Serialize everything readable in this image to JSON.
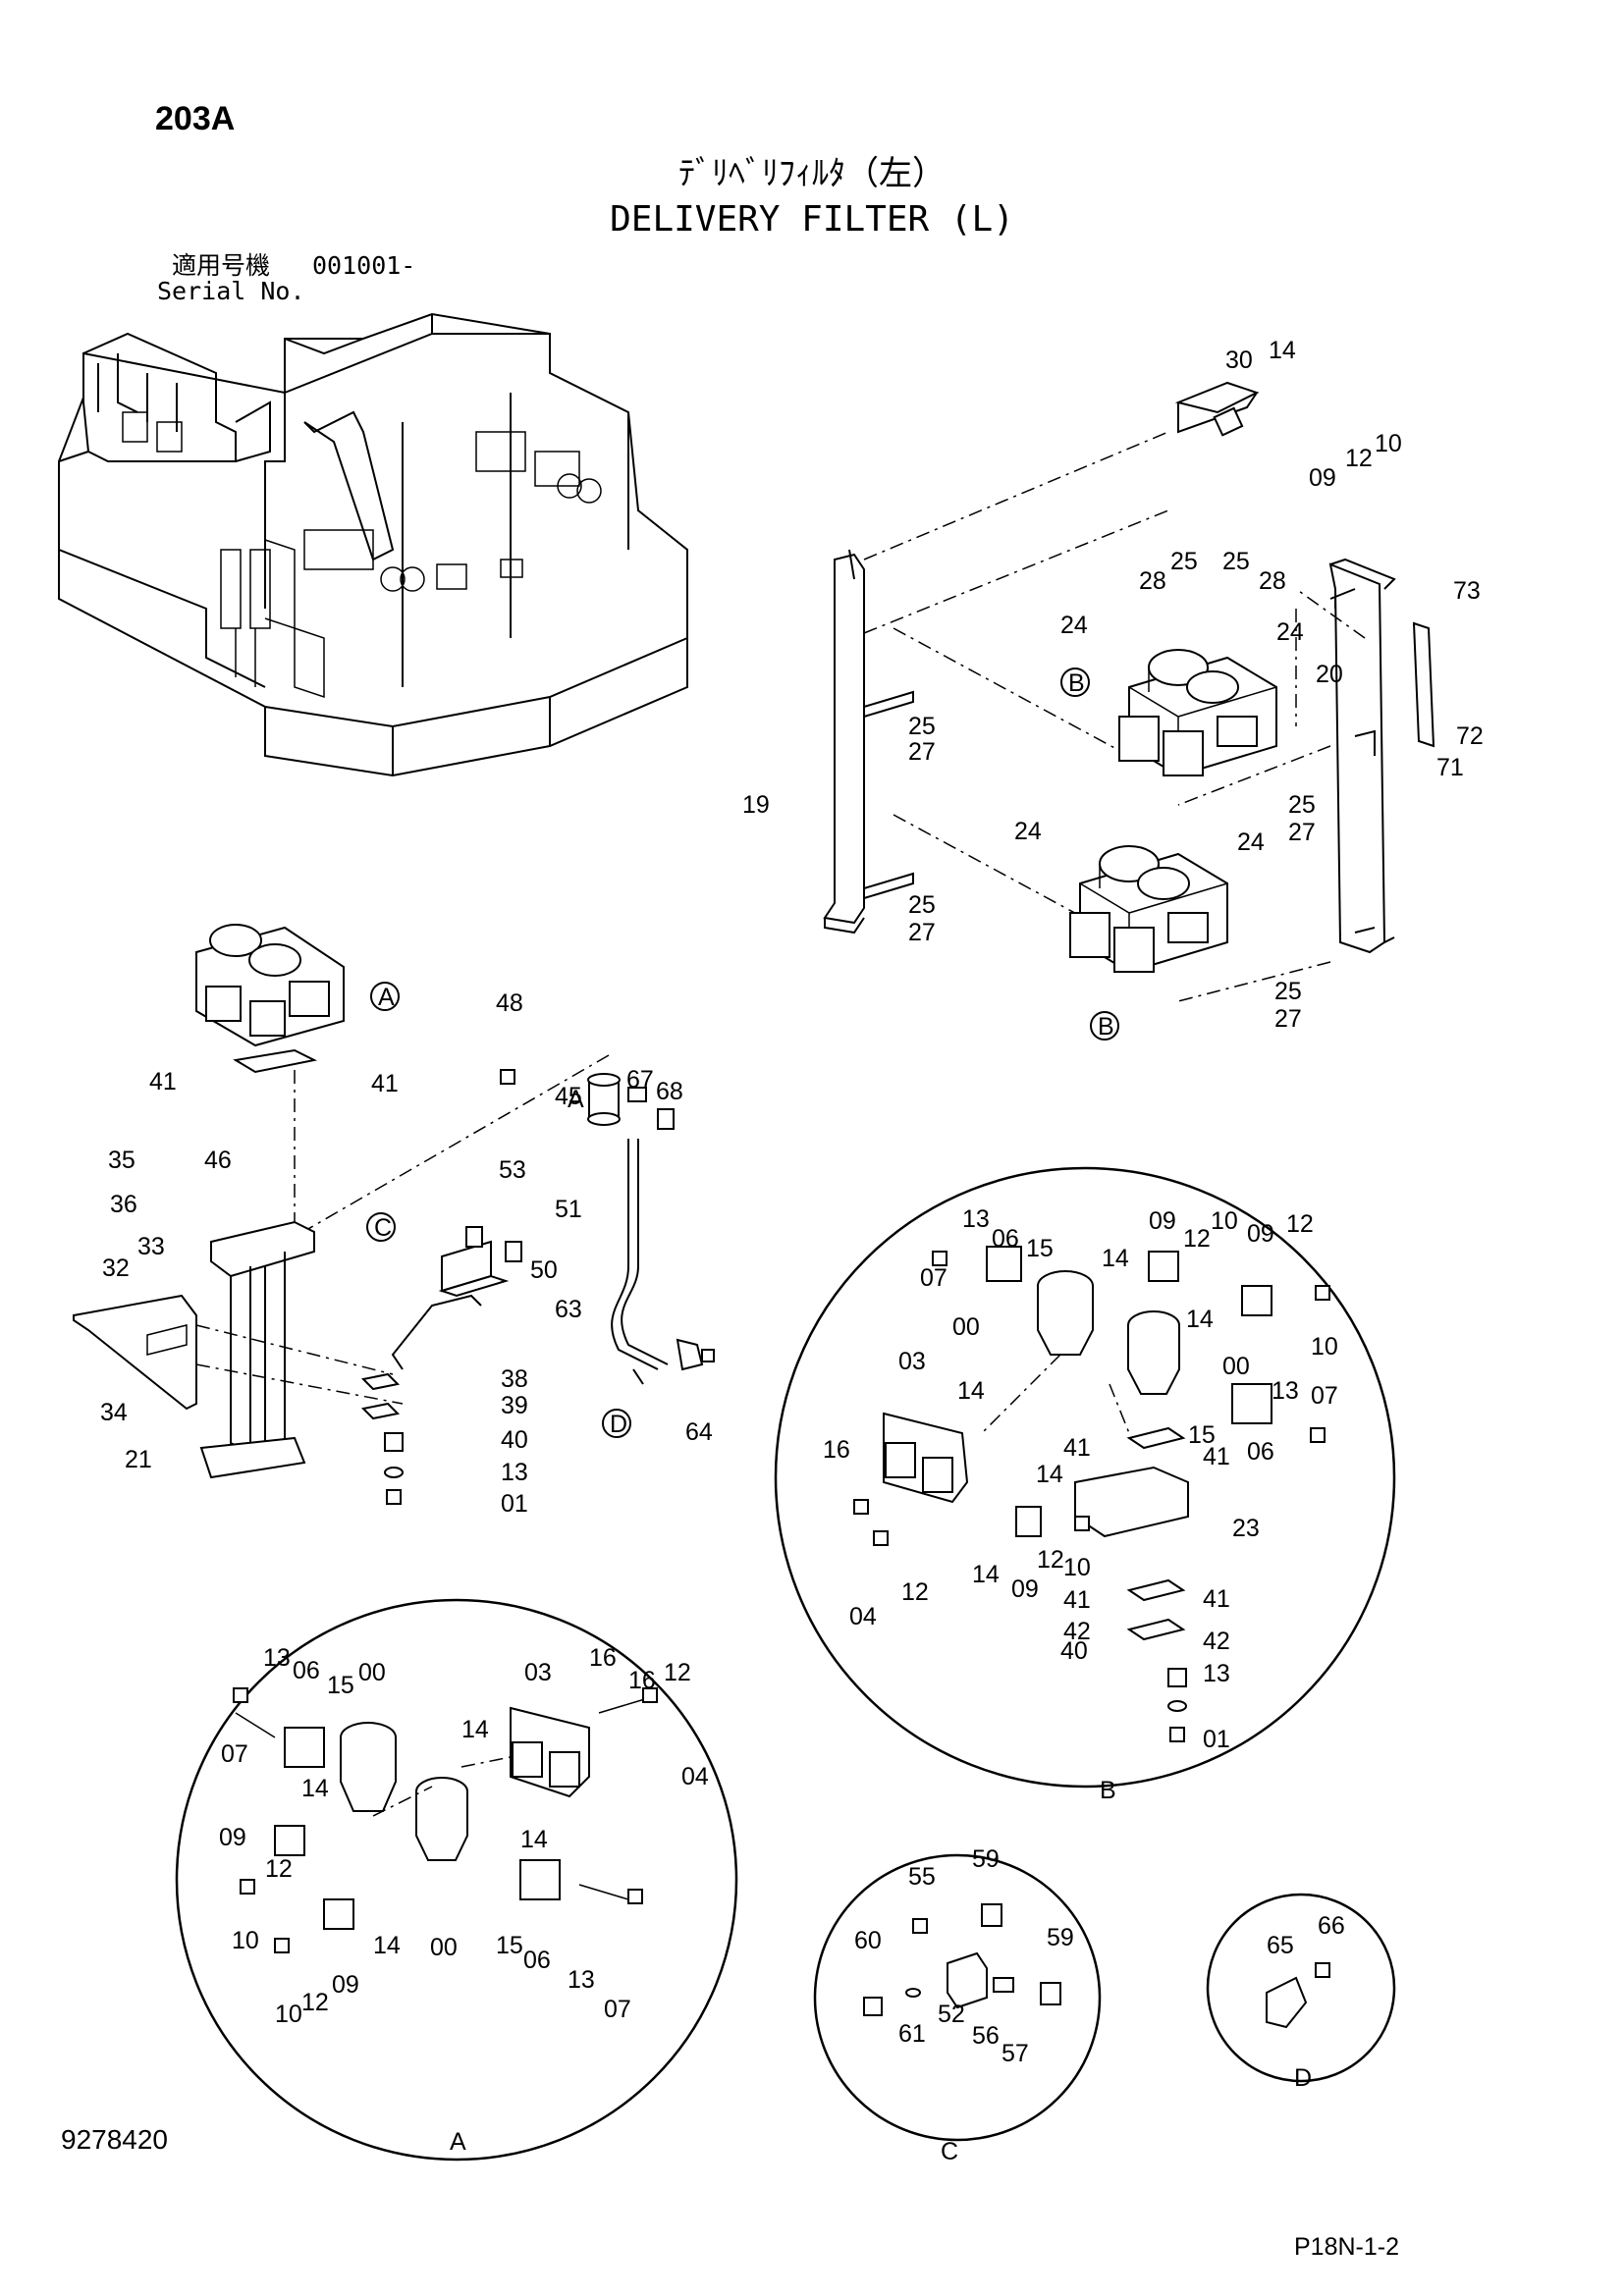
{
  "header": {
    "code": "203A",
    "title_jp": "ﾃﾞﾘﾍﾞﾘﾌｨﾙﾀ（左）",
    "title_en": "DELIVERY FILTER (L)",
    "serial_label_jp": "適用号機",
    "serial_number": "001001-",
    "serial_label_en": "Serial No."
  },
  "footer": {
    "drawing_number": "9278420",
    "page_ref": "P18N-1-2"
  },
  "detail_labels": {
    "a": "A",
    "b": "B",
    "c": "C",
    "d": "D"
  },
  "callouts": {
    "main_upper": [
      "30",
      "14",
      "09",
      "12",
      "10",
      "28",
      "25",
      "25",
      "28",
      "24",
      "24",
      "73",
      "20",
      "72",
      "71",
      "25",
      "27",
      "19",
      "25",
      "27",
      "24",
      "24",
      "25",
      "27",
      "25",
      "27"
    ],
    "main_lower": [
      "41",
      "41",
      "48",
      "67",
      "68",
      "45",
      "35",
      "46",
      "53",
      "36",
      "51",
      "33",
      "50",
      "32",
      "63",
      "34",
      "38",
      "39",
      "40",
      "13",
      "01",
      "21",
      "64"
    ],
    "detail_a": [
      "13",
      "06",
      "15",
      "00",
      "03",
      "16",
      "16",
      "12",
      "07",
      "14",
      "04",
      "14",
      "09",
      "14",
      "12",
      "10",
      "14",
      "00",
      "15",
      "06",
      "13",
      "07",
      "10",
      "12",
      "09"
    ],
    "detail_b": [
      "13",
      "06",
      "15",
      "09",
      "10",
      "12",
      "09",
      "12",
      "14",
      "07",
      "00",
      "14",
      "10",
      "03",
      "14",
      "00",
      "13",
      "07",
      "16",
      "41",
      "41",
      "14",
      "15",
      "06",
      "23",
      "04",
      "12",
      "14",
      "09",
      "12",
      "10",
      "41",
      "41",
      "42",
      "42",
      "40",
      "13",
      "01"
    ],
    "detail_c": [
      "55",
      "59",
      "60",
      "59",
      "61",
      "52",
      "56",
      "57"
    ],
    "detail_d": [
      "65",
      "66"
    ]
  }
}
